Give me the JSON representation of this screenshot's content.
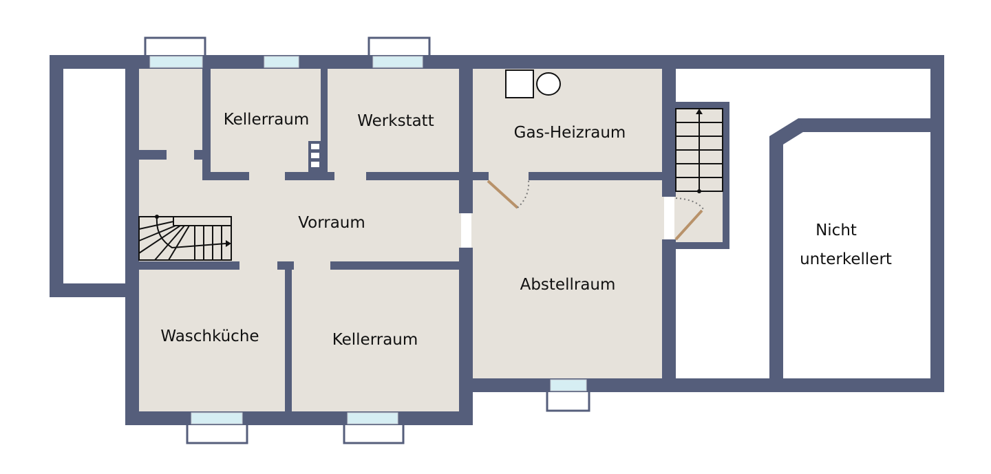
{
  "rooms": {
    "kellerraum_top": "Kellerraum",
    "werkstatt": "Werkstatt",
    "gas_heizraum": "Gas-Heizraum",
    "vorraum": "Vorraum",
    "abstellraum": "Abstellraum",
    "waschkueche": "Waschküche",
    "kellerraum_bottom": "Kellerraum",
    "nicht_line1": "Nicht",
    "nicht_line2": "unterkellert"
  },
  "colors": {
    "wall": "#555e7b",
    "floor": "#e6e2db",
    "window": "#d6eef3",
    "door": "#b8926a"
  }
}
